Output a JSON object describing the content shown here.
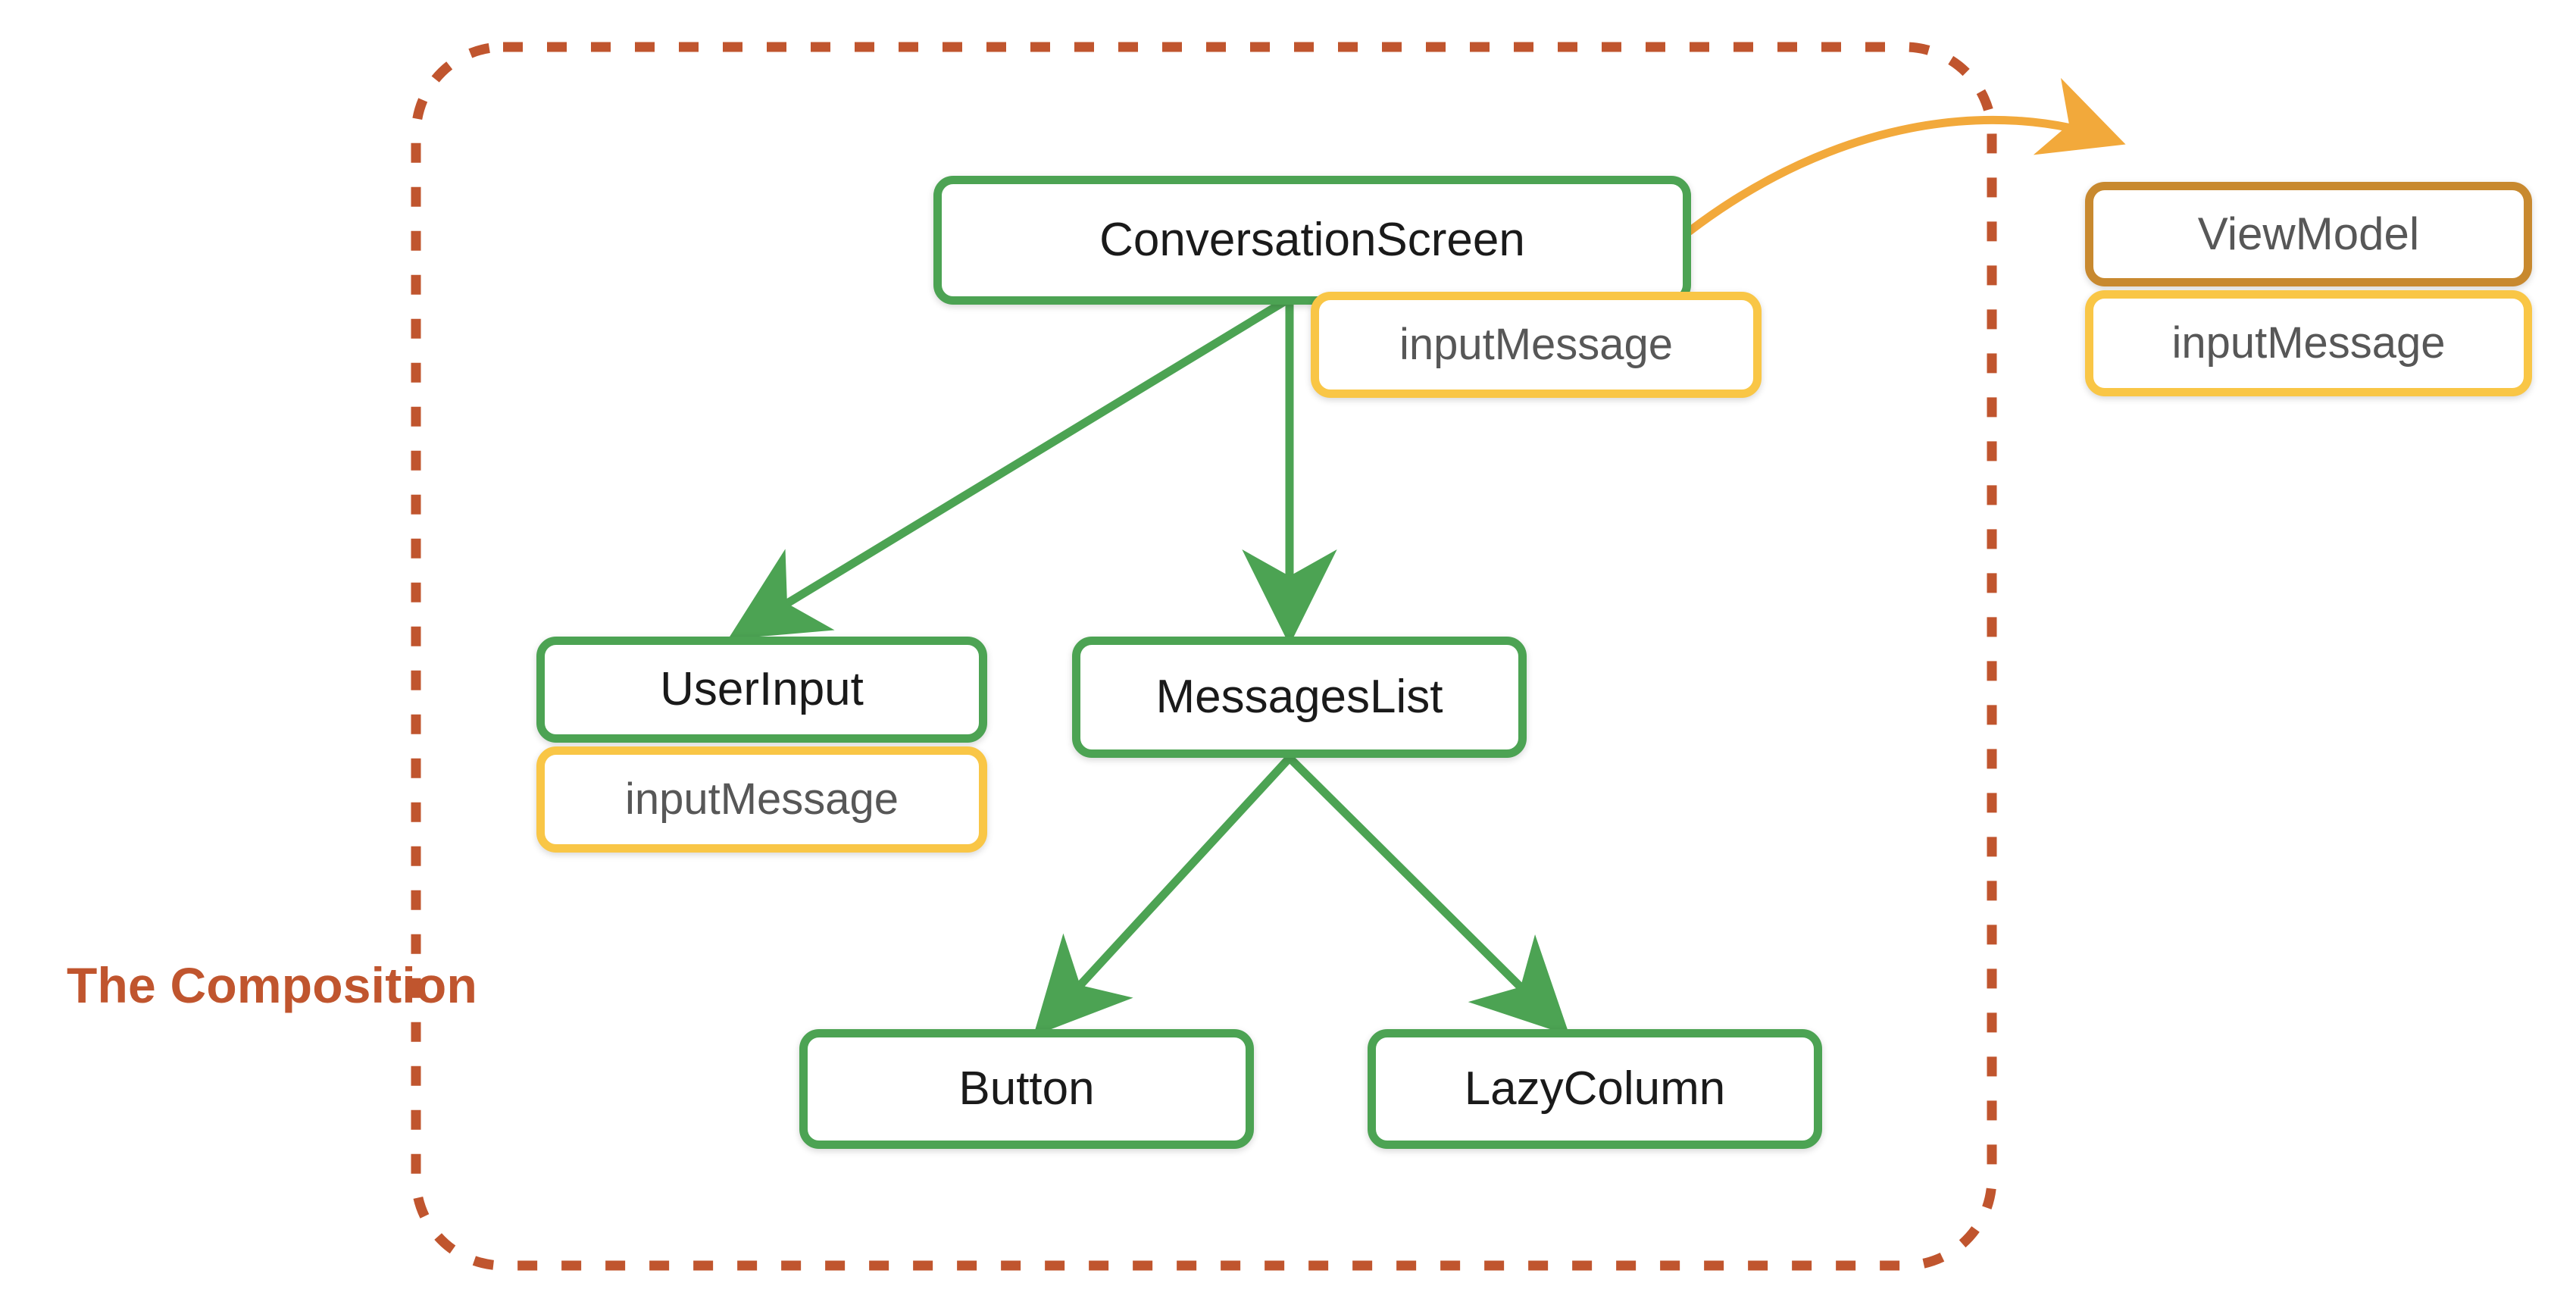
{
  "diagram": {
    "caption": "The Composition",
    "colors": {
      "composable_border": "#4CA353",
      "state_border": "#F9C646",
      "viewmodel_border": "#C8892F",
      "boundary_dashed": "#C0552E",
      "flow_arrow": "#F2A93B",
      "composable_label_text": "#1a1a1a",
      "state_label_text": "#575757",
      "background": "#ffffff"
    },
    "nodes": [
      {
        "id": "conversation-screen",
        "label": "ConversationScreen",
        "kind": "composable"
      },
      {
        "id": "conversation-screen-state",
        "label": "inputMessage",
        "kind": "state"
      },
      {
        "id": "user-input",
        "label": "UserInput",
        "kind": "composable"
      },
      {
        "id": "user-input-state",
        "label": "inputMessage",
        "kind": "state"
      },
      {
        "id": "messages-list",
        "label": "MessagesList",
        "kind": "composable"
      },
      {
        "id": "button",
        "label": "Button",
        "kind": "composable"
      },
      {
        "id": "lazy-column",
        "label": "LazyColumn",
        "kind": "composable"
      },
      {
        "id": "view-model",
        "label": "ViewModel",
        "kind": "viewmodel"
      },
      {
        "id": "view-model-state",
        "label": "inputMessage",
        "kind": "state"
      }
    ],
    "edges": [
      {
        "from": "conversation-screen",
        "to": "user-input",
        "style": "solid-green"
      },
      {
        "from": "conversation-screen",
        "to": "messages-list",
        "style": "solid-green"
      },
      {
        "from": "messages-list",
        "to": "button",
        "style": "solid-green"
      },
      {
        "from": "messages-list",
        "to": "lazy-column",
        "style": "solid-green"
      },
      {
        "from": "conversation-screen",
        "to": "view-model",
        "style": "curved-orange"
      }
    ],
    "boundary": {
      "label": "The Composition",
      "style": "dashed-rounded"
    }
  }
}
